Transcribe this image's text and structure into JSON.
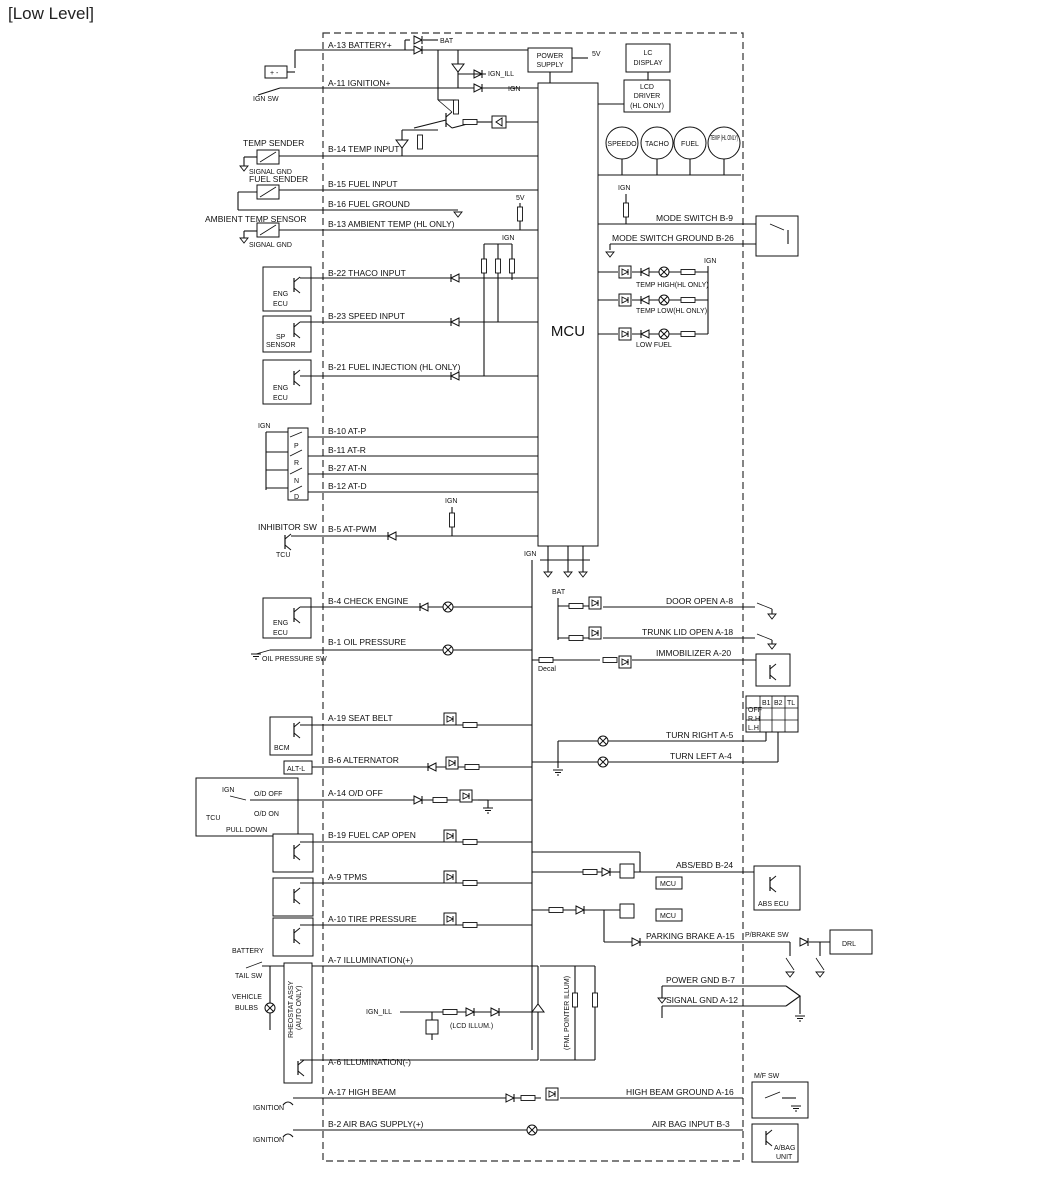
{
  "heading": "[Low Level]",
  "mcu_label": "MCU",
  "blocks": {
    "power_supply": [
      "POWER",
      "SUPPLY"
    ],
    "five_v": "5V",
    "lc_display": [
      "LC",
      "DISPLAY"
    ],
    "lcd_driver": [
      "LCD",
      "DRIVER",
      "(HL ONLY)"
    ],
    "gauges": [
      "SPEEDO",
      "TACHO",
      "FUEL",
      "TEMP (HL ONLY)"
    ],
    "bat": "BAT",
    "ign_ill": "IGN_ILL",
    "ign": "IGN",
    "five_v_b": "5V"
  },
  "left_pins": [
    {
      "id": "a13",
      "label": "A-13 BATTERY+"
    },
    {
      "id": "a11",
      "label": "A-11 IGNITION+"
    },
    {
      "id": "b14",
      "label": "B-14 TEMP INPUT"
    },
    {
      "id": "b15",
      "label": "B-15 FUEL INPUT"
    },
    {
      "id": "b16",
      "label": "B-16 FUEL GROUND"
    },
    {
      "id": "b13",
      "label": "B-13 AMBIENT TEMP (HL ONLY)"
    },
    {
      "id": "b22",
      "label": "B-22 THACO INPUT"
    },
    {
      "id": "b23",
      "label": "B-23 SPEED INPUT"
    },
    {
      "id": "b21",
      "label": "B-21 FUEL INJECTION (HL ONLY)"
    },
    {
      "id": "b10",
      "label": "B-10 AT-P"
    },
    {
      "id": "b11",
      "label": "B-11 AT-R"
    },
    {
      "id": "b27",
      "label": "B-27 AT-N"
    },
    {
      "id": "b12",
      "label": "B-12 AT-D"
    },
    {
      "id": "b5",
      "label": "B-5 AT-PWM"
    },
    {
      "id": "b4",
      "label": "B-4 CHECK ENGINE"
    },
    {
      "id": "b1",
      "label": "B-1 OIL PRESSURE"
    },
    {
      "id": "a19",
      "label": "A-19 SEAT BELT"
    },
    {
      "id": "b6",
      "label": "B-6 ALTERNATOR"
    },
    {
      "id": "a14",
      "label": "A-14 O/D OFF"
    },
    {
      "id": "b19",
      "label": "B-19 FUEL CAP OPEN"
    },
    {
      "id": "a9",
      "label": "A-9 TPMS"
    },
    {
      "id": "a10",
      "label": "A-10 TIRE PRESSURE"
    },
    {
      "id": "a7",
      "label": "A-7 ILLUMINATION(+)"
    },
    {
      "id": "a6",
      "label": "A-6 ILLUMINATION(-)"
    },
    {
      "id": "a17",
      "label": "A-17 HIGH BEAM"
    },
    {
      "id": "b2",
      "label": "B-2 AIR BAG SUPPLY(+)"
    }
  ],
  "right_pins": [
    {
      "id": "b9",
      "label": "MODE SWITCH B-9"
    },
    {
      "id": "b26",
      "label": "MODE SWITCH GROUND B-26"
    },
    {
      "id": "a8",
      "label": "DOOR OPEN A-8"
    },
    {
      "id": "a18",
      "label": "TRUNK LID OPEN A-18"
    },
    {
      "id": "a20",
      "label": "IMMOBILIZER A-20"
    },
    {
      "id": "a5",
      "label": "TURN RIGHT A-5"
    },
    {
      "id": "a4",
      "label": "TURN LEFT A-4"
    },
    {
      "id": "b24",
      "label": "ABS/EBD B-24"
    },
    {
      "id": "a15",
      "label": "PARKING BRAKE A-15"
    },
    {
      "id": "b7",
      "label": "POWER GND B-7"
    },
    {
      "id": "a12",
      "label": "SIGNAL GND A-12"
    },
    {
      "id": "a16",
      "label": "HIGH BEAM GROUND A-16"
    },
    {
      "id": "b3",
      "label": "AIR BAG INPUT B-3"
    }
  ],
  "ext": {
    "ign_sw": "IGN SW",
    "temp_sender": "TEMP SENDER",
    "signal_gnd": "SIGNAL GND",
    "fuel_sender": "FUEL SENDER",
    "ambient": "AMBIENT TEMP SENSOR",
    "signal_gnd2": "SIGNAL GND",
    "eng": "ENG",
    "ecu": "ECU",
    "sp": "SP",
    "sensor": "SENSOR",
    "ign_at": "IGN",
    "gears": [
      "P",
      "R",
      "N",
      "D"
    ],
    "inhibitor": "INHIBITOR SW",
    "tcu": "TCU",
    "ign_pwm": "IGN",
    "ign_bus": "IGN",
    "oil_sw": "OIL PRESSURE SW",
    "bcm": "BCM",
    "alt_l": "ALT-L",
    "ign_od": "IGN",
    "od_off": "O/D OFF",
    "od_on": "O/D ON",
    "tcu2": "TCU",
    "pull_down": "PULL DOWN",
    "battery": "BATTERY",
    "tail_sw": "TAIL SW",
    "vehicle": "VEHICLE",
    "bulbs": "BULBS",
    "rheostat": [
      "RHEOSTAT ASSY",
      "(AUTO ONLY)"
    ],
    "ign_ill2": "IGN_ILL",
    "lcd_illum": "(LCD ILLUM.)",
    "pointer_illum": "(FML POINTER ILLUM)",
    "ignition1": "IGNITION",
    "ignition2": "IGNITION",
    "bat2": "BAT",
    "ign_mode": "IGN",
    "ign_warn": "IGN",
    "temp_high": "TEMP HIGH(HL ONLY)",
    "temp_low": "TEMP LOW(HL ONLY)",
    "low_fuel": "LOW FUEL",
    "decal": "Decal",
    "mcu_box1": "MCU",
    "mcu_box2": "MCU",
    "abs_ecu": "ABS ECU",
    "pbrake_sw": "P/BRAKE SW",
    "drl": "DRL",
    "mf_sw": "M/F SW",
    "airbag": [
      "A/BAG",
      "UNIT"
    ],
    "ignsw_grid": [
      "",
      "B1",
      "B2",
      "TL",
      "OFF",
      "R.H",
      "L.H"
    ]
  }
}
